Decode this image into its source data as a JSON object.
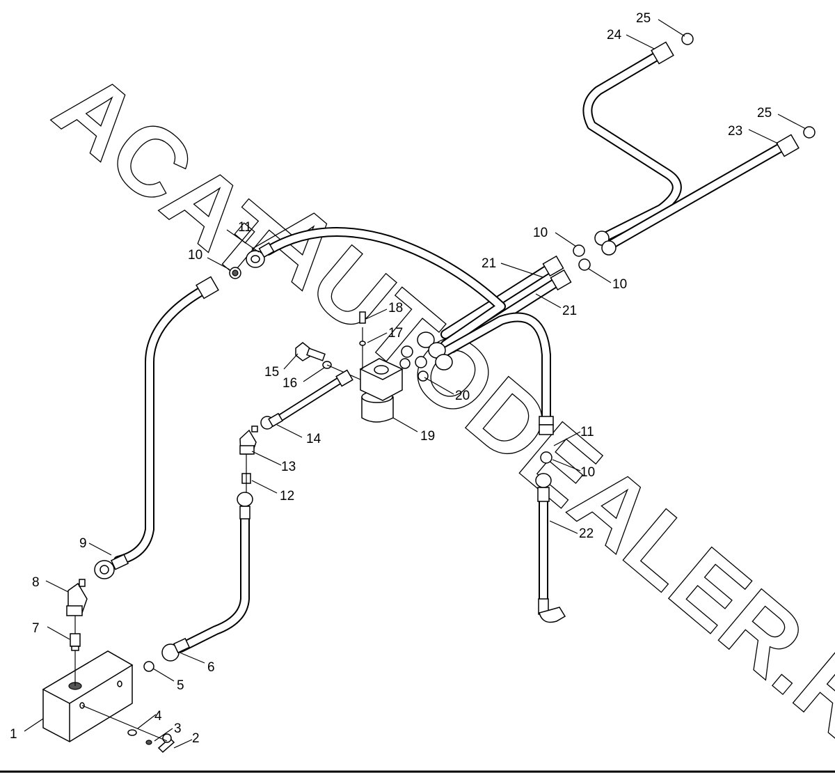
{
  "watermark": {
    "line1": "ACAT",
    "line2": ".AUTODEALER.RU"
  },
  "callouts": [
    {
      "id": "1",
      "label": "1"
    },
    {
      "id": "2",
      "label": "2"
    },
    {
      "id": "3",
      "label": "3"
    },
    {
      "id": "4",
      "label": "4"
    },
    {
      "id": "5",
      "label": "5"
    },
    {
      "id": "6",
      "label": "6"
    },
    {
      "id": "7",
      "label": "7"
    },
    {
      "id": "8",
      "label": "8"
    },
    {
      "id": "9",
      "label": "9"
    },
    {
      "id": "10a",
      "label": "10"
    },
    {
      "id": "10b",
      "label": "10"
    },
    {
      "id": "10c",
      "label": "10"
    },
    {
      "id": "10d",
      "label": "10"
    },
    {
      "id": "11a",
      "label": "11"
    },
    {
      "id": "11b",
      "label": "11"
    },
    {
      "id": "12",
      "label": "12"
    },
    {
      "id": "13",
      "label": "13"
    },
    {
      "id": "14",
      "label": "14"
    },
    {
      "id": "15",
      "label": "15"
    },
    {
      "id": "16",
      "label": "16"
    },
    {
      "id": "17",
      "label": "17"
    },
    {
      "id": "18",
      "label": "18"
    },
    {
      "id": "19",
      "label": "19"
    },
    {
      "id": "20",
      "label": "20"
    },
    {
      "id": "21a",
      "label": "21"
    },
    {
      "id": "21b",
      "label": "21"
    },
    {
      "id": "22",
      "label": "22"
    },
    {
      "id": "23",
      "label": "23"
    },
    {
      "id": "24",
      "label": "24"
    },
    {
      "id": "25a",
      "label": "25"
    },
    {
      "id": "25b",
      "label": "25"
    }
  ]
}
